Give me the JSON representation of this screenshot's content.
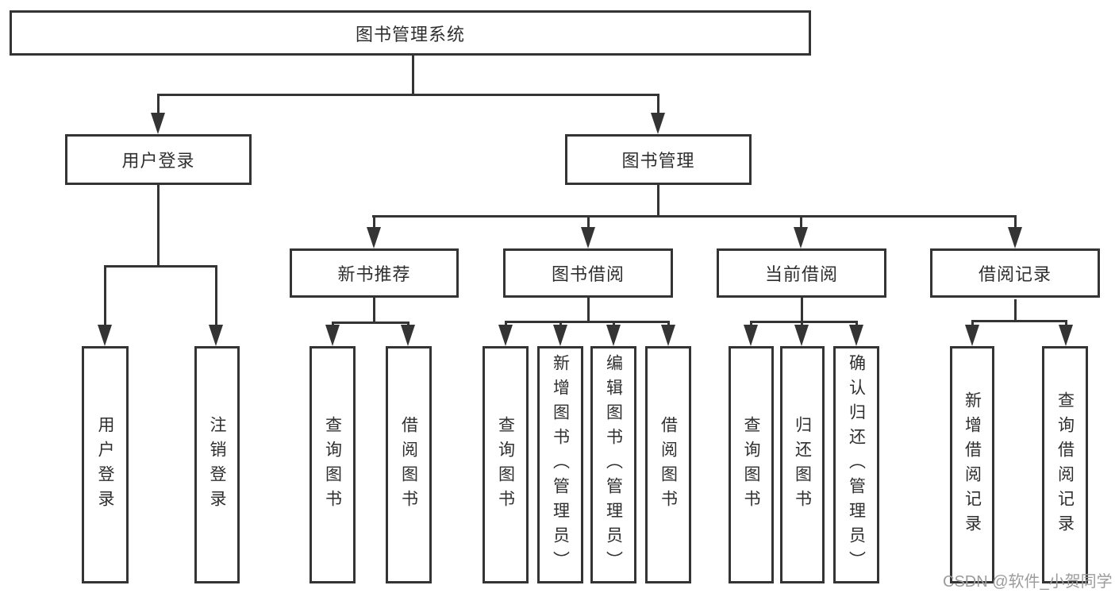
{
  "diagram": {
    "root": {
      "label": "图书管理系统"
    },
    "level2": {
      "user_login": {
        "label": "用户登录"
      },
      "book_management": {
        "label": "图书管理"
      }
    },
    "level3": {
      "new_book_recommend": {
        "label": "新书推荐"
      },
      "book_borrow": {
        "label": "图书借阅"
      },
      "current_borrow": {
        "label": "当前借阅"
      },
      "borrow_records": {
        "label": "借阅记录"
      }
    },
    "leaves": {
      "user_login": [
        "用户登录",
        "注销登录"
      ],
      "new_book_recommend": [
        "查询图书",
        "借阅图书"
      ],
      "book_borrow": [
        "查询图书",
        "新增图书（管理员）",
        "编辑图书（管理员）",
        "借阅图书"
      ],
      "current_borrow": [
        "查询图书",
        "归还图书",
        "确认归还（管理员）"
      ],
      "borrow_records": [
        "新增借阅记录",
        "查询借阅记录"
      ]
    },
    "watermark": {
      "text": "CSDN @软件_小贺同学",
      "color": "#9c9c9c"
    },
    "colors": {
      "line": "#343434",
      "text": "#2f2f2f",
      "background": "#ffffff"
    }
  }
}
